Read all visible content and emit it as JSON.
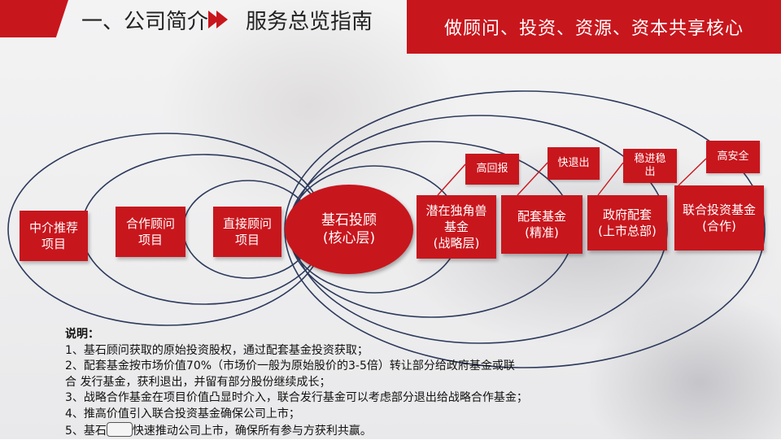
{
  "header": {
    "section_title": "一、公司简介",
    "sub_title": "服务总览指南",
    "banner_text": "做顾问、投资、资源、资本共享核心"
  },
  "diagram": {
    "core": {
      "line1": "基石投顾",
      "line2": "(核心层)"
    },
    "left_items": [
      {
        "line1": "中介推荐",
        "line2": "项目"
      },
      {
        "line1": "合作顾问",
        "line2": "项目"
      },
      {
        "line1": "直接顾问",
        "line2": "项目"
      }
    ],
    "right_items": [
      {
        "text": "潜在独角兽\n基金\n(战略层)",
        "tag": "高回报"
      },
      {
        "text": "配套基金\n(精准)",
        "tag": "快退出"
      },
      {
        "text": "政府配套\n(上市总部)",
        "tag": "稳进稳\n出"
      },
      {
        "text": "联合投资基金\n(合作)",
        "tag": "高安全"
      }
    ]
  },
  "notes": {
    "heading": "说明：",
    "lines": [
      "1、基石顾问获取的原始投资股权，通过配套基金投资获取；",
      "2、配套基金按市场价值70%（市场价一般为原始股价的3-5倍）转让部分给政府基金或联",
      "合 发行基金，获利退出，并留有部分股份继续成长；",
      "3、战略合作基金在项目价值凸显时介入，联合发行基金可以考虑部分退出给战略合作基金；",
      "4、推高价值引入联合投资基金确保公司上市；"
    ],
    "line5_prefix": "5、基石",
    "line5_suffix": "快速推动公司上市，确保所有参与方获利共赢。"
  },
  "colors": {
    "accent": "#c8161d",
    "ring": "#2d3a5c"
  }
}
